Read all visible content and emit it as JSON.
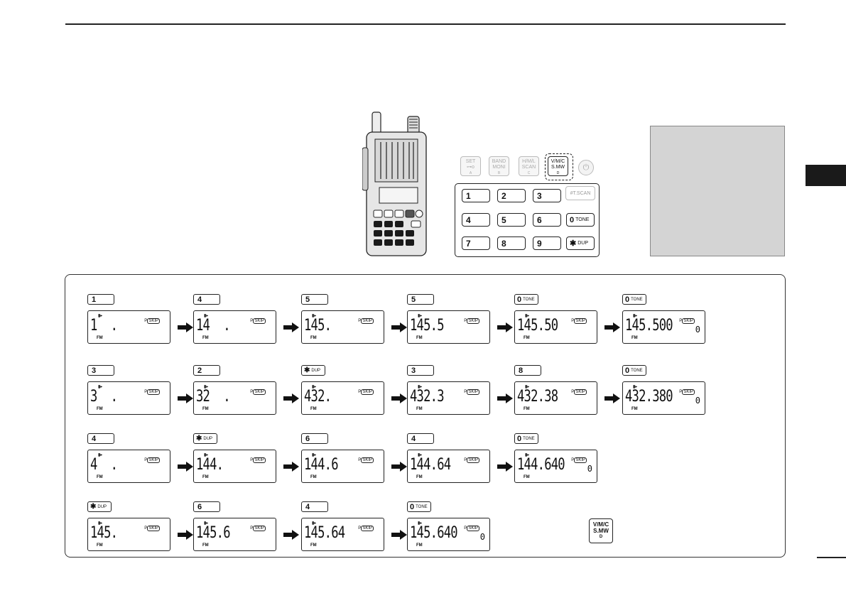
{
  "keypad": {
    "function_keys": [
      {
        "l1": "SET",
        "l2": "⊶o",
        "sub": "A"
      },
      {
        "l1": "BAND",
        "l2": "MONI",
        "sub": "B"
      },
      {
        "l1": "H/M/L",
        "l2": "SCAN",
        "sub": "C"
      },
      {
        "l1": "V/M/C",
        "l2": "S.MW",
        "sub": "D"
      }
    ],
    "power_symbol": "⏻",
    "tscan": "#T.SCAN",
    "digits": [
      "1",
      "2",
      "3",
      "4",
      "5",
      "6",
      "7",
      "8",
      "9"
    ],
    "tone_key": {
      "main": "0",
      "sub": "TONE"
    },
    "dup_key": {
      "main": "✱",
      "sub": "DUP"
    }
  },
  "lcd_labels": {
    "fm": "FM",
    "batt": "▮▸",
    "p": "P",
    "skip": "SKIP"
  },
  "rows": [
    [
      {
        "key": "1",
        "type": "digit",
        "freq": "1  .",
        "zero": ""
      },
      {
        "key": "4",
        "type": "digit",
        "freq": "14  .",
        "zero": ""
      },
      {
        "key": "5",
        "type": "digit",
        "freq": "145.",
        "zero": ""
      },
      {
        "key": "5",
        "type": "digit",
        "freq": "145.5",
        "zero": ""
      },
      {
        "key": "0",
        "type": "tone",
        "freq": "145.50",
        "zero": ""
      },
      {
        "key": "0",
        "type": "tone",
        "freq": "145.500",
        "zero": "0"
      }
    ],
    [
      {
        "key": "3",
        "type": "digit",
        "freq": "3  .",
        "zero": ""
      },
      {
        "key": "2",
        "type": "digit",
        "freq": "32  .",
        "zero": ""
      },
      {
        "key": "✱",
        "type": "dup",
        "freq": "432.",
        "zero": ""
      },
      {
        "key": "3",
        "type": "digit",
        "freq": "432.3",
        "zero": ""
      },
      {
        "key": "8",
        "type": "digit",
        "freq": "432.38",
        "zero": ""
      },
      {
        "key": "0",
        "type": "tone",
        "freq": "432.380",
        "zero": "0"
      }
    ],
    [
      {
        "key": "4",
        "type": "digit",
        "freq": "4  .",
        "zero": ""
      },
      {
        "key": "✱",
        "type": "dup",
        "freq": "144.",
        "zero": ""
      },
      {
        "key": "6",
        "type": "digit",
        "freq": "144.6",
        "zero": ""
      },
      {
        "key": "4",
        "type": "digit",
        "freq": "144.64",
        "zero": ""
      },
      {
        "key": "0",
        "type": "tone",
        "freq": "144.640",
        "zero": "0"
      }
    ],
    [
      {
        "key": "✱",
        "type": "dup",
        "freq": "145.",
        "zero": ""
      },
      {
        "key": "6",
        "type": "digit",
        "freq": "145.6",
        "zero": ""
      },
      {
        "key": "4",
        "type": "digit",
        "freq": "145.64",
        "zero": ""
      },
      {
        "key": "0",
        "type": "tone",
        "freq": "145.640",
        "zero": "0"
      }
    ]
  ],
  "final_key": {
    "l1": "V/M/C",
    "l2": "S.MW",
    "sub": "D"
  }
}
